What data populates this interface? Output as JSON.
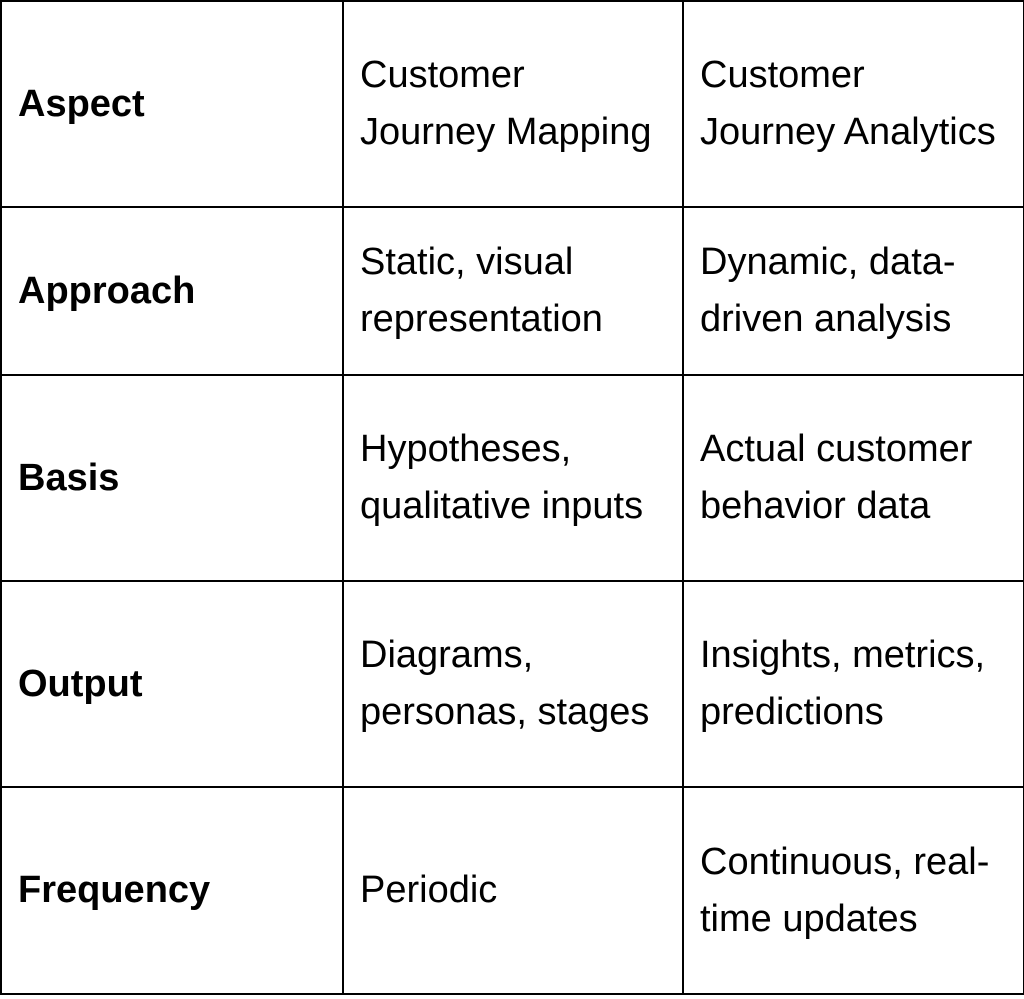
{
  "table": {
    "header": [
      "Aspect",
      "Customer Journey Mapping",
      "Customer Journey Analytics"
    ],
    "rows": [
      [
        "Approach",
        "Static, visual representation",
        "Dynamic, data-driven analysis"
      ],
      [
        "Basis",
        "Hypotheses, qualitative inputs",
        "Actual customer behavior data"
      ],
      [
        "Output",
        "Diagrams, personas, stages",
        "Insights, metrics, predictions"
      ],
      [
        "Frequency",
        "Periodic",
        "Continuous, real-time updates"
      ]
    ]
  }
}
